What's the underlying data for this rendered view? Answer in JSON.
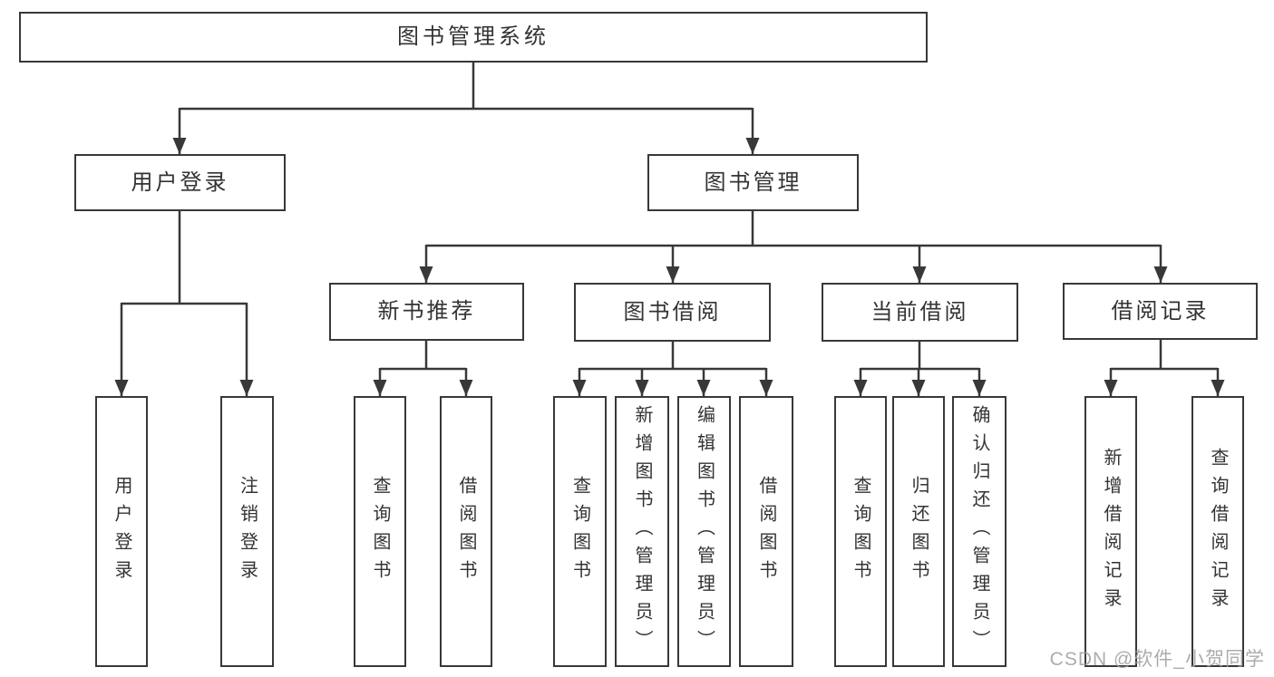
{
  "tree": {
    "label": "图书管理系统",
    "children": [
      {
        "label": "用户登录",
        "children": [
          {
            "label": "用户登录"
          },
          {
            "label": "注销登录"
          }
        ]
      },
      {
        "label": "图书管理",
        "children": [
          {
            "label": "新书推荐",
            "children": [
              {
                "label": "查询图书"
              },
              {
                "label": "借阅图书"
              }
            ]
          },
          {
            "label": "图书借阅",
            "children": [
              {
                "label": "查询图书"
              },
              {
                "label": "新增图书（管理员）"
              },
              {
                "label": "编辑图书（管理员）"
              },
              {
                "label": "借阅图书"
              }
            ]
          },
          {
            "label": "当前借阅",
            "children": [
              {
                "label": "查询图书"
              },
              {
                "label": "归还图书"
              },
              {
                "label": "确认归还（管理员）"
              }
            ]
          },
          {
            "label": "借阅记录",
            "children": [
              {
                "label": "新增借阅记录"
              },
              {
                "label": "查询借阅记录"
              }
            ]
          }
        ]
      }
    ]
  },
  "watermark": {
    "text": "CSDN @软件_小贺同学"
  },
  "colors": {
    "line": "#383838",
    "box_border": "#383838",
    "text": "#333333",
    "background": "#ffffff",
    "watermark": "#9e9e9e"
  }
}
